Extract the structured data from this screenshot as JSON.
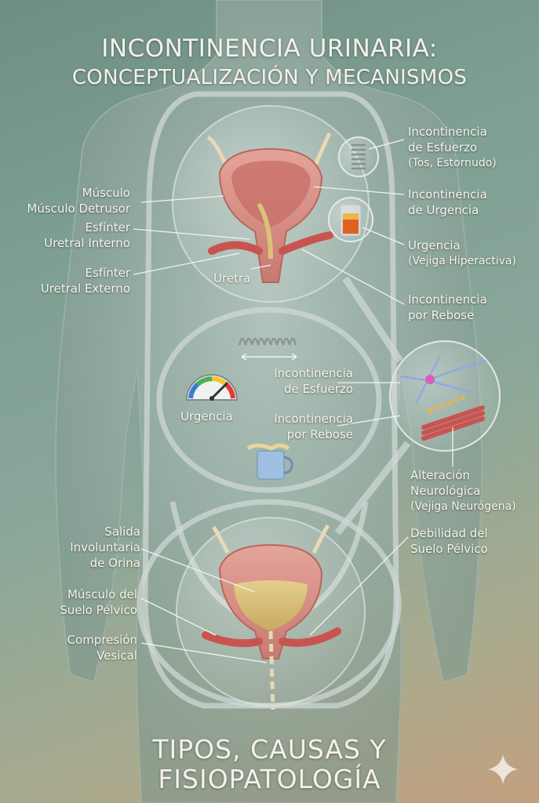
{
  "title": {
    "line1": "INCONTINENCIA URINARIA:",
    "line2": "CONCEPTUALIZACIÓN Y MECANISMOS"
  },
  "bottom_title": {
    "line1": "TIPOS, CAUSAS Y",
    "line2": "FISIOPATOLOGÍA"
  },
  "labels": {
    "musculo_detrusor": [
      "Músculo",
      "Músculo Detrusor"
    ],
    "esfinter_interno": [
      "Esfínter",
      "Uretral Interno"
    ],
    "esfinter_externo": [
      "Esfínter",
      "Uretral Externo"
    ],
    "uretra": "Uretra",
    "inc_esfuerzo_top": [
      "Incontinencia",
      "de Esfuerzo",
      "(Tos, Estornudo)"
    ],
    "inc_urgencia_top": [
      "Incontinencia",
      "de Urgencia"
    ],
    "urgencia_top": [
      "Urgencia",
      "(Vejiga Hiperactiva)"
    ],
    "inc_rebose_top": [
      "Incontinencia",
      "por Rebose"
    ],
    "urgencia_mid": "Urgencia",
    "inc_esfuerzo_mid": [
      "Incontinencia",
      "de Esfuerzo"
    ],
    "inc_rebose_mid": [
      "Incontinencia",
      "por Rebose"
    ],
    "alteracion_neuro": [
      "Alteración",
      "Neurológica",
      "(Vejiga Neurógena)"
    ],
    "salida_involuntaria": [
      "Salida",
      "Involuntaria",
      "de Orina"
    ],
    "musculo_suelo": [
      "Músculo del",
      "Suelo Pélvico"
    ],
    "compresion": [
      "Compresión",
      "Vesical"
    ],
    "debilidad_suelo": [
      "Debilidad del",
      "Suelo Pélvico"
    ]
  },
  "colors": {
    "bladder": "#d98f86",
    "bladder_inner": "#c46f68",
    "urine": "#d9c27a",
    "tube": "#c9d2d0",
    "nerve": "#8fa8e0",
    "muscle": "#c9544f"
  },
  "icons": [
    "spring-icon",
    "gauge-icon",
    "cup-icon",
    "beaker-icon",
    "neuron-icon",
    "sparkle-icon"
  ]
}
